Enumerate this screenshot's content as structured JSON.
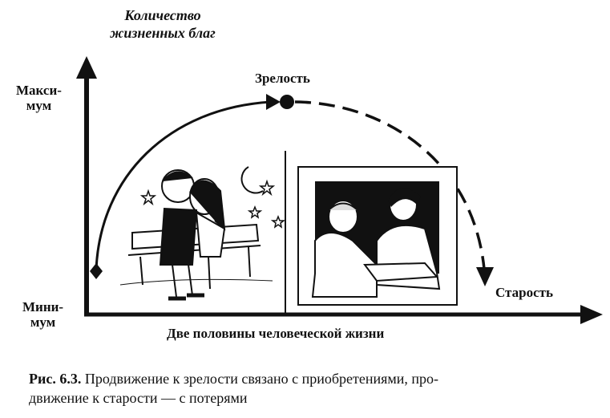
{
  "y_axis": {
    "title_line1": "Количество",
    "title_line2": "жизненных благ",
    "max_line1": "Макси-",
    "max_line2": "мум",
    "min_line1": "Мини-",
    "min_line2": "мум"
  },
  "x_axis": {
    "title": "Две половины человеческой жизни"
  },
  "points": {
    "peak": "Зрелость",
    "end": "Старость"
  },
  "caption": {
    "number": "Рис. 6.3.",
    "text_line1": "Продвижение к зрелости связано с приобретениями, про-",
    "text_line2": "движение к старости — с потерями"
  }
}
